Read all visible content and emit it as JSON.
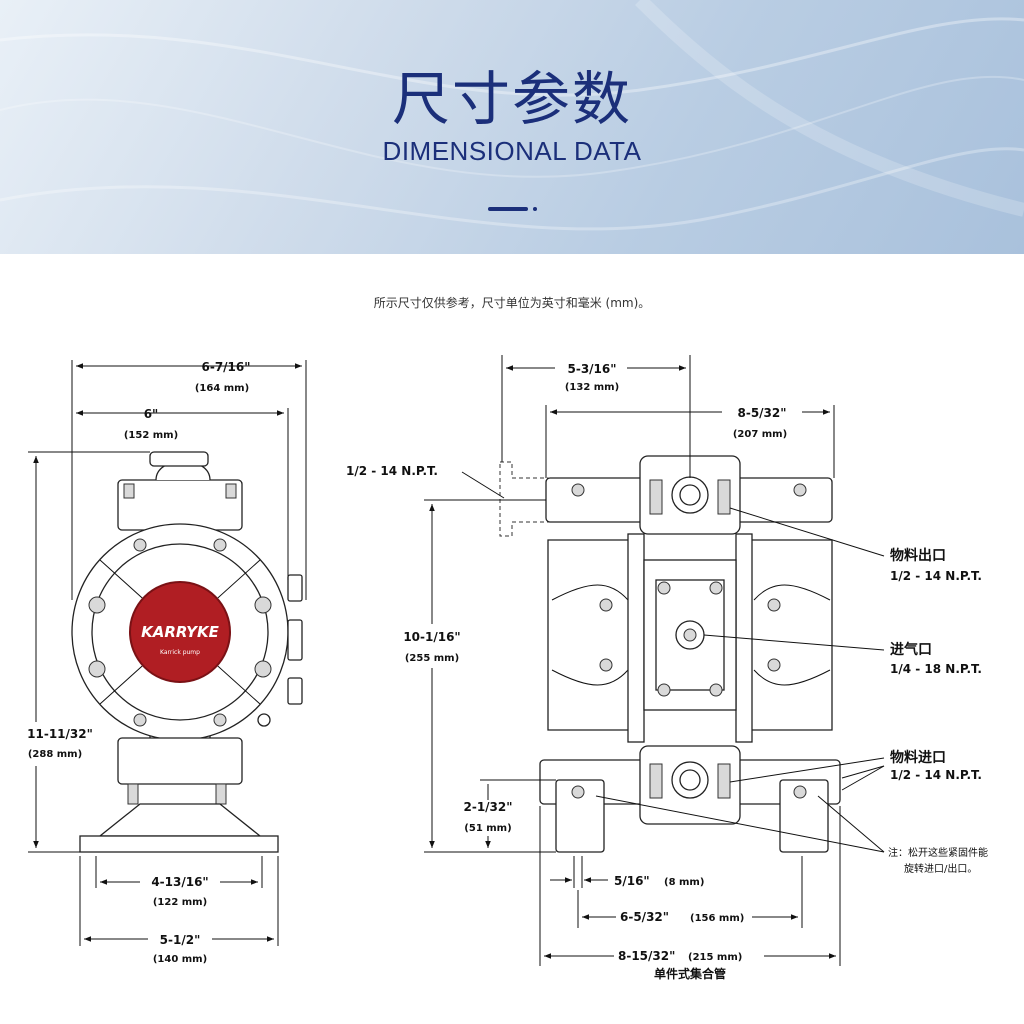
{
  "header": {
    "title_cn": "尺寸参数",
    "title_en": "DIMENSIONAL DATA"
  },
  "note": "所示尺寸仅供参考，尺寸单位为英寸和毫米 (mm)。",
  "brand": {
    "logo_text": "KARRYKE",
    "logo_sub": "Karrick pump",
    "logo_color": "#b01e23"
  },
  "front_view": {
    "overall_width": {
      "inch": "6-7/16\"",
      "mm": "(164 mm)"
    },
    "body_width": {
      "inch": "6\"",
      "mm": "(152 mm)"
    },
    "height": {
      "inch": "11-11/32\"",
      "mm": "(288 mm)"
    },
    "foot_inner": {
      "inch": "4-13/16\"",
      "mm": "(122 mm)"
    },
    "foot_outer": {
      "inch": "5-1/2\"",
      "mm": "(140 mm)"
    }
  },
  "side_view": {
    "top_offset": {
      "inch": "5-3/16\"",
      "mm": "(132 mm)"
    },
    "body_width": {
      "inch": "8-5/32\"",
      "mm": "(207 mm)"
    },
    "npt_top": "1/2 - 14 N.P.T.",
    "height": {
      "inch": "10-1/16\"",
      "mm": "(255 mm)"
    },
    "inlet_height": {
      "inch": "2-1/32\"",
      "mm": "(51 mm)"
    },
    "bolt": {
      "inch": "5/16\"",
      "mm": "(8 mm)"
    },
    "foot_spacing": {
      "inch": "6-5/32\"",
      "mm": "(156 mm)"
    },
    "overall": {
      "inch": "8-15/32\"",
      "mm": "(215 mm)"
    },
    "manifold": "单件式集合管"
  },
  "callouts": [
    {
      "name": "物料出口",
      "spec": "1/2 - 14 N.P.T."
    },
    {
      "name": "进气口",
      "spec": "1/4 - 18 N.P.T."
    },
    {
      "name": "物料进口",
      "spec": "1/2 - 14 N.P.T."
    }
  ],
  "footnote": [
    "注：松开这些紧固件能",
    "旋转进口/出口。"
  ]
}
